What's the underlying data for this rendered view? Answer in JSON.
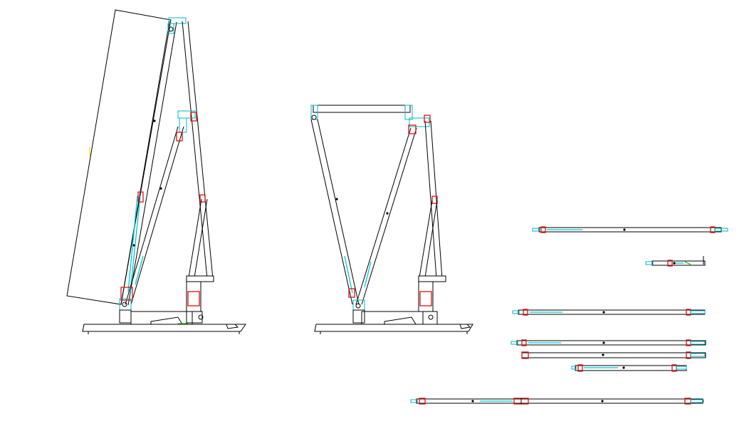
{
  "drawing": {
    "background": "#ffffff",
    "line_color": "#000000",
    "accent_colors": {
      "cyan": "#00c8d8",
      "red": "#e01010",
      "green": "#10b010",
      "yellow": "#e8e000"
    },
    "views": [
      {
        "name": "side-view-tilted",
        "description_label": ""
      },
      {
        "name": "side-view-upright",
        "description_label": ""
      },
      {
        "name": "exploded-parts",
        "description_label": ""
      }
    ]
  }
}
